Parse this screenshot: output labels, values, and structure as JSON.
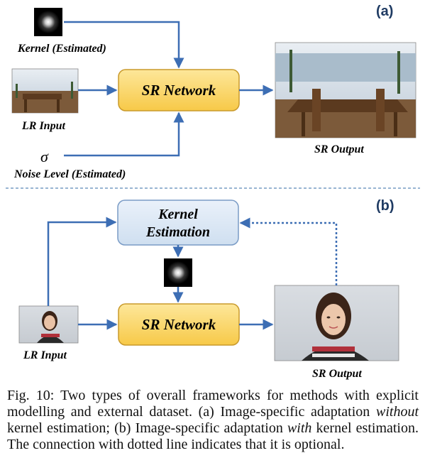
{
  "panel_a": {
    "label": "(a)",
    "kernel_label": "Kernel (Estimated)",
    "lr_input_label": "LR Input",
    "sr_network_label": "SR Network",
    "sr_output_label": "SR Output",
    "sigma_symbol": "σ",
    "noise_label": "Noise Level (Estimated)"
  },
  "panel_b": {
    "label": "(b)",
    "kernel_estimation_line1": "Kernel",
    "kernel_estimation_line2": "Estimation",
    "sr_network_label": "SR Network",
    "lr_input_label": "LR Input",
    "sr_output_label": "SR Output"
  },
  "caption": {
    "part1": "Fig. 10: Two types of overall frameworks for methods with explicit modelling and external dataset. (a) Image-specific adaptation ",
    "em1": "without",
    "part2": " kernel estimation; (b) Image-specific adaptation ",
    "em2": "with",
    "part3": " kernel estimation. The connection with dotted line indicates that it is optional."
  },
  "colors": {
    "arrow": "#3d6eb4",
    "sr_box_fill": "#fcd971",
    "sr_box_stroke": "#c99a2c",
    "ke_box_fill": "#dce8f5",
    "ke_box_stroke": "#7a9cc6",
    "panel_label": "#1f3b63"
  }
}
